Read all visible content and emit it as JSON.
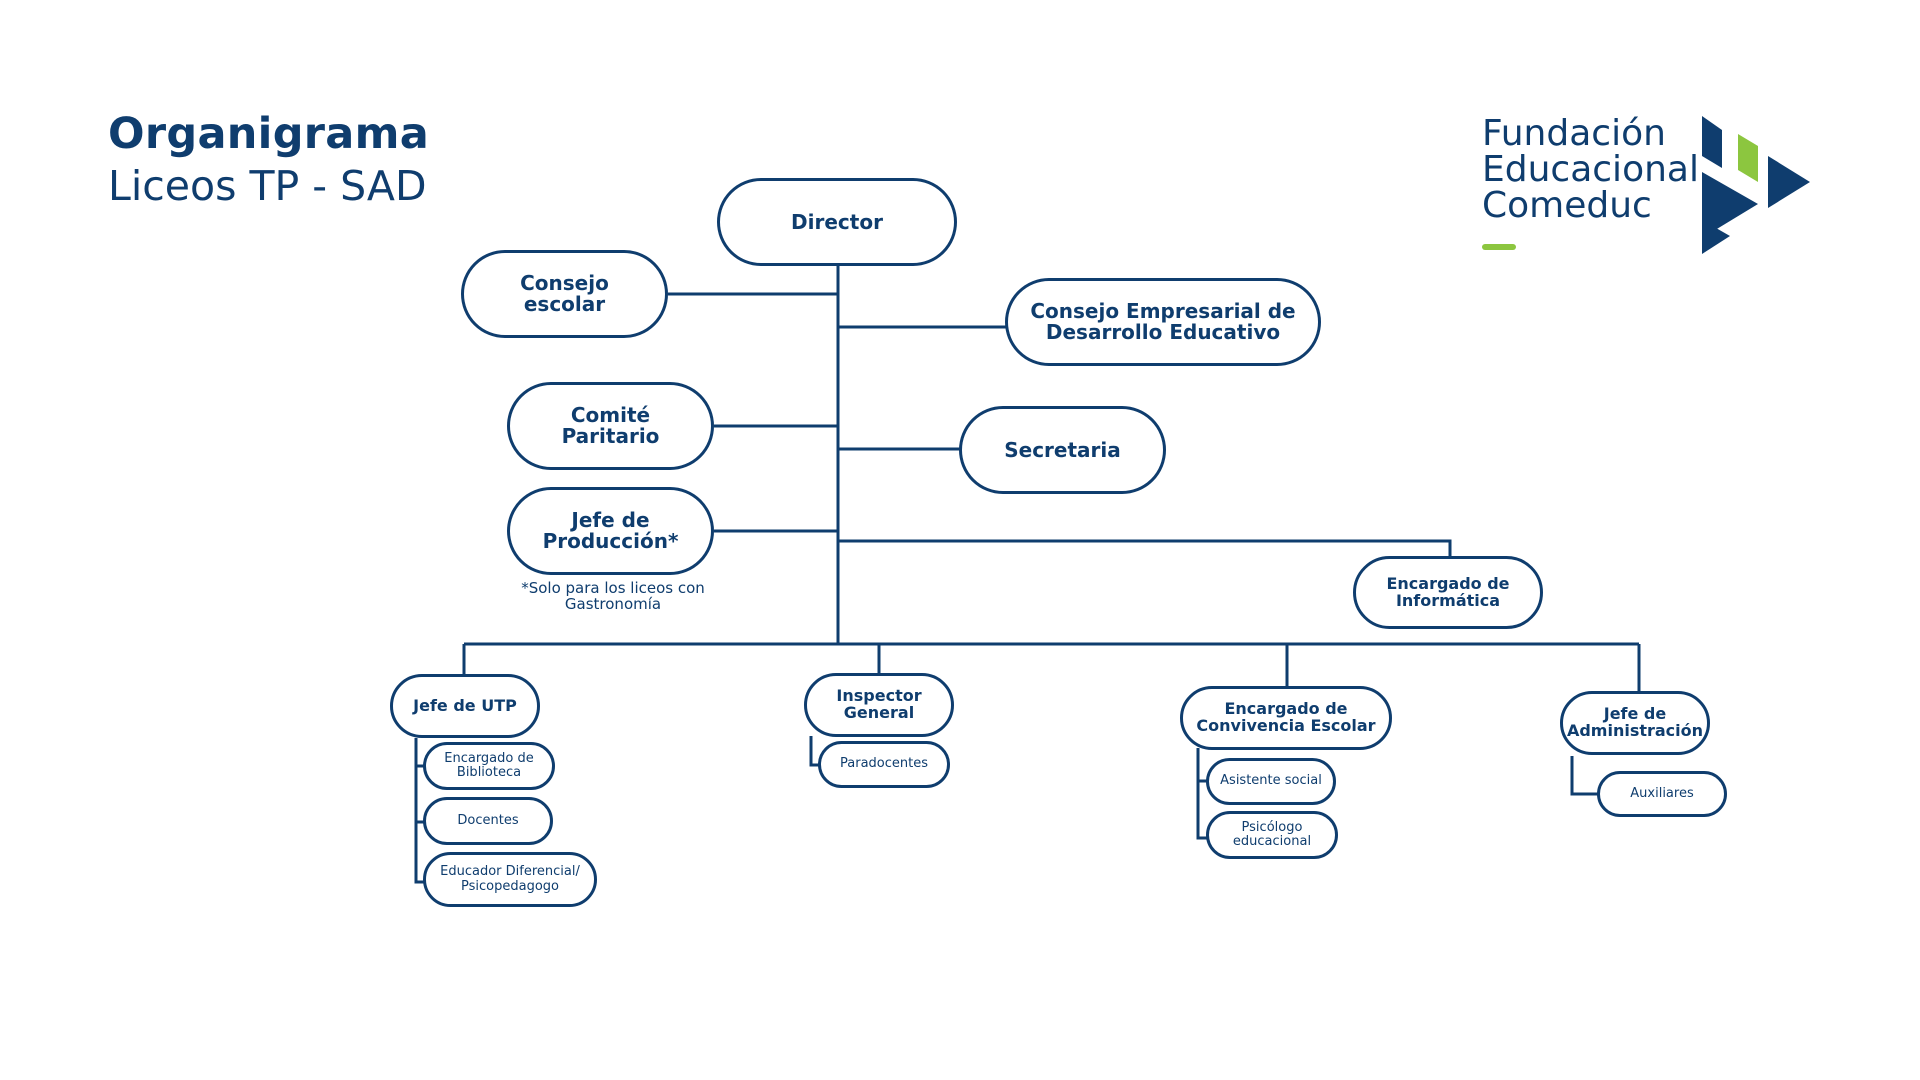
{
  "header": {
    "title": "Organigrama",
    "subtitle": "Liceos TP - SAD"
  },
  "logo": {
    "lines": [
      "Fundación",
      "Educacional",
      "Comeduc"
    ],
    "colors": {
      "navy": "#0f3d6e",
      "green": "#8cc63f"
    },
    "mark_icon": "comeduc-arrow-mark"
  },
  "nodes": {
    "director": "Director",
    "consejo_escolar": "Consejo\nescolar",
    "consejo_empresarial": "Consejo Empresarial de\nDesarrollo Educativo",
    "comite_paritario": "Comité\nParitario",
    "secretaria": "Secretaria",
    "jefe_produccion": "Jefe de\nProducción*",
    "encargado_informatica": "Encargado de\nInformática",
    "jefe_utp": "Jefe de UTP",
    "encargado_biblioteca": "Encargado de\nBiblioteca",
    "docentes": "Docentes",
    "educador_diferencial": "Educador Diferencial/\nPsicopedagogo",
    "inspector_general": "Inspector\nGeneral",
    "paradocentes": "Paradocentes",
    "encargado_convivencia": "Encargado de\nConvivencia Escolar",
    "asistente_social": "Asistente social",
    "psicologo": "Psicólogo\neducacional",
    "jefe_administracion": "Jefe de\nAdministración",
    "auxiliares": "Auxiliares"
  },
  "note": "*Solo para los liceos con\nGastronomía",
  "style": {
    "line_color": "#0f3d6e"
  }
}
